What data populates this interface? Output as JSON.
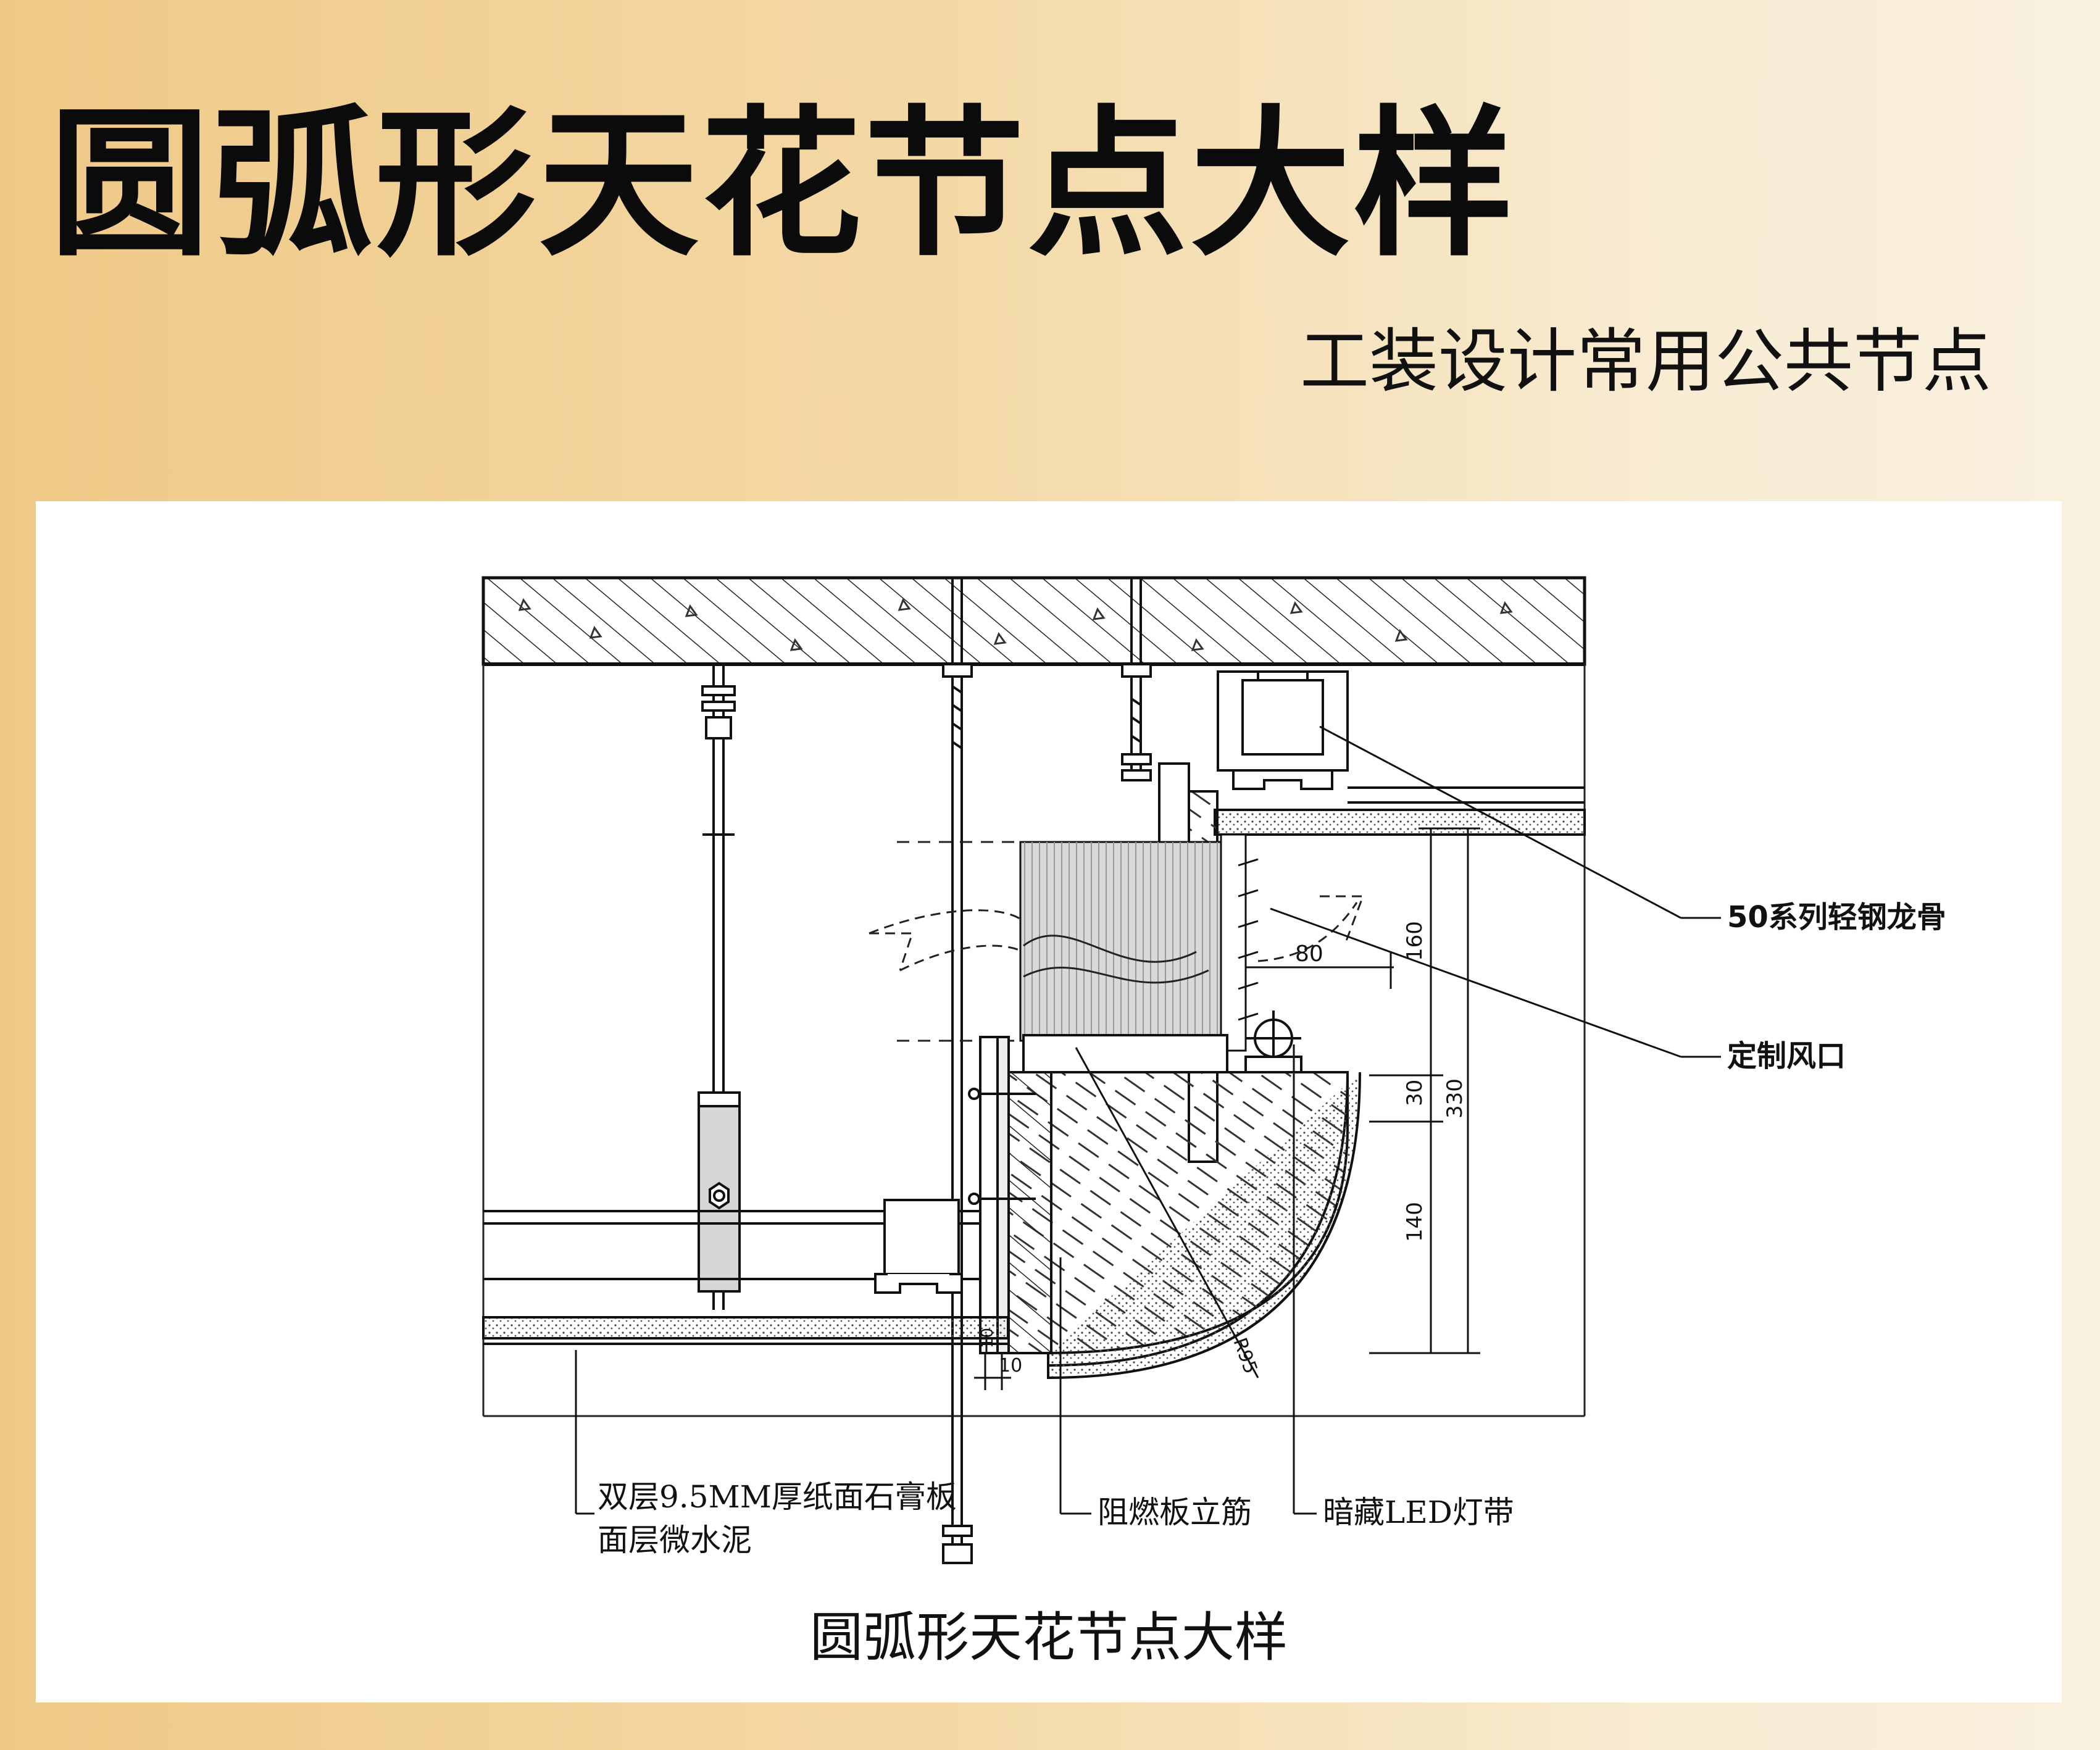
{
  "header": {
    "title": "圆弧形天花节点大样",
    "subtitle": "工装设计常用公共节点"
  },
  "diagram": {
    "caption": "圆弧形天花节点大样",
    "labels": {
      "steel_keel": "50系列轻钢龙骨",
      "custom_vent": "定制风口",
      "gypsum_line1": "双层9.5MM厚纸面石膏板",
      "gypsum_line2": "面层微水泥",
      "fire_board": "阻燃板立筋",
      "led_strip": "暗藏LED灯带"
    },
    "dimensions": {
      "d80": "80",
      "d160": "160",
      "d30": "30",
      "d140": "140",
      "d330": "330",
      "r95": "R95",
      "d10a": "10",
      "d10b": "10"
    }
  }
}
